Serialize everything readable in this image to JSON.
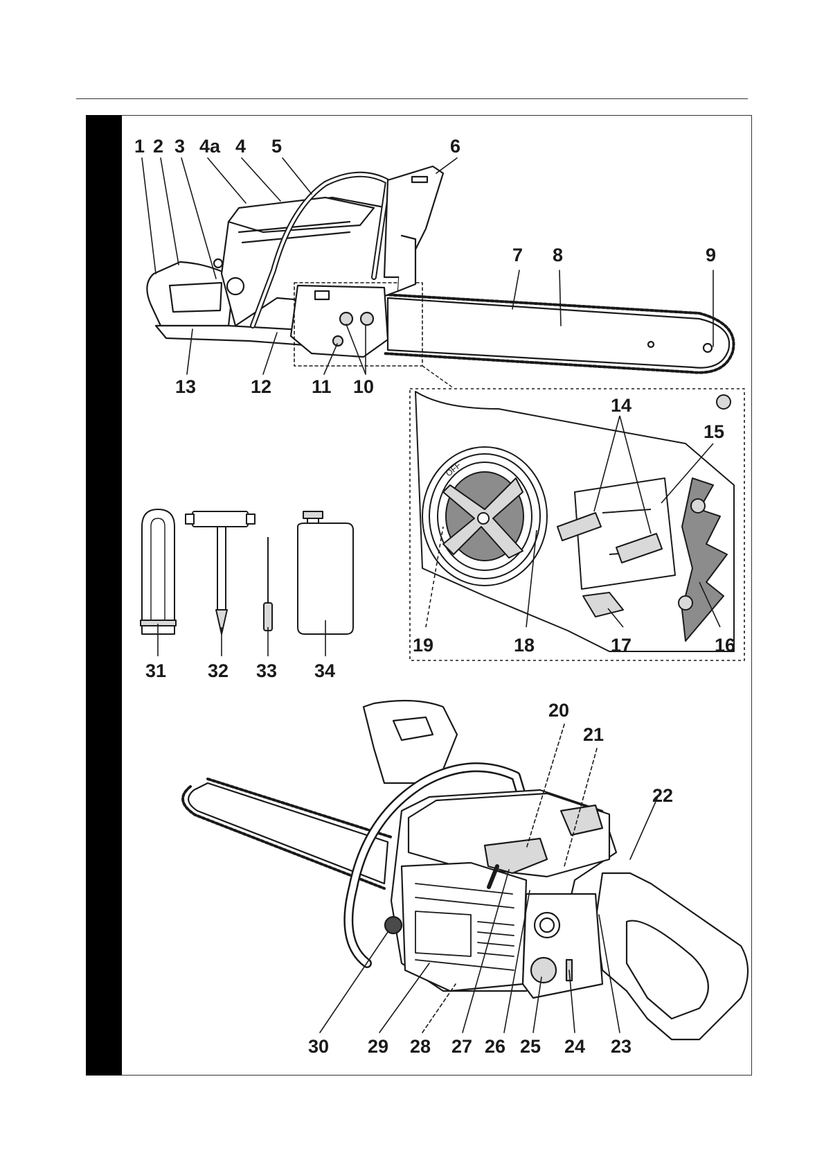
{
  "callouts": {
    "c1": "1",
    "c2": "2",
    "c3": "3",
    "c4a": "4a",
    "c4": "4",
    "c5": "5",
    "c6": "6",
    "c7": "7",
    "c8": "8",
    "c9": "9",
    "c10": "10",
    "c11": "11",
    "c12": "12",
    "c13": "13",
    "c14": "14",
    "c15": "15",
    "c16": "16",
    "c17": "17",
    "c18": "18",
    "c19": "19",
    "c20": "20",
    "c21": "21",
    "c22": "22",
    "c23": "23",
    "c24": "24",
    "c25": "25",
    "c26": "26",
    "c27": "27",
    "c28": "28",
    "c29": "29",
    "c30": "30",
    "c31": "31",
    "c32": "32",
    "c33": "33",
    "c34": "34"
  },
  "decal_texts": {
    "brake_lever": "OFF"
  },
  "colors": {
    "line": "#1a1a1a",
    "body_fill": "#ffffff",
    "dark_part": "#4a4a4a",
    "mid_grey": "#8c8c8c",
    "light_grey": "#d9d9d9",
    "side_bar": "#000000"
  }
}
